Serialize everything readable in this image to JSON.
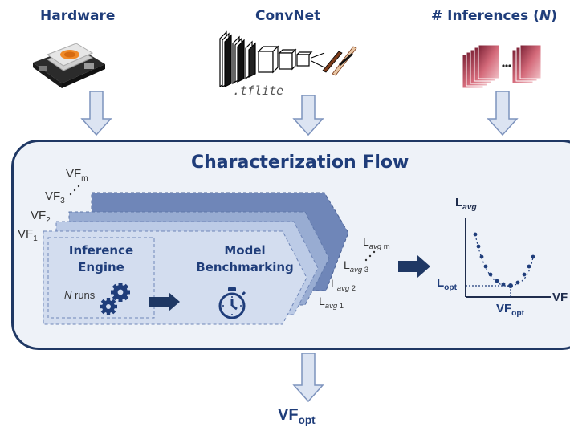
{
  "inputs": {
    "hardware": "Hardware",
    "convnet": "ConvNet",
    "tflite": ".tflite",
    "inferences_prefix": "# Inferences (",
    "inferences_n": "N",
    "inferences_suffix": ")"
  },
  "flow": {
    "title": "Characterization Flow",
    "vf_labels": {
      "vf_base": "VF",
      "sub1": "1",
      "sub2": "2",
      "sub3": "3",
      "subm": "m"
    },
    "inference_engine": [
      "Inference",
      "Engine"
    ],
    "n_runs_n": "N",
    "n_runs_text": " runs",
    "model_benchmarking": [
      "Model",
      "Benchmarking"
    ],
    "lavg_base": "L",
    "lavg_sub": "avg",
    "lavg_outputs": [
      "1",
      "2",
      "3",
      "m"
    ]
  },
  "plot": {
    "y_label_base": "L",
    "y_label_sub": "avg",
    "x_label": "VF",
    "opt_y_base": "L",
    "opt_y_sub": "opt",
    "opt_x_base": "VF",
    "opt_x_sub": "opt"
  },
  "output": {
    "base": "VF",
    "sub": "opt"
  },
  "colors": {
    "primary": "#1f3d7a",
    "arrow_fill": "#dce4f2",
    "arrow_stroke": "#7d93bd",
    "layer_dark": "#6f86b8",
    "layer_mid": "#98acd2",
    "layer_light": "#bccbe6",
    "layer_front": "#d3ddef"
  }
}
